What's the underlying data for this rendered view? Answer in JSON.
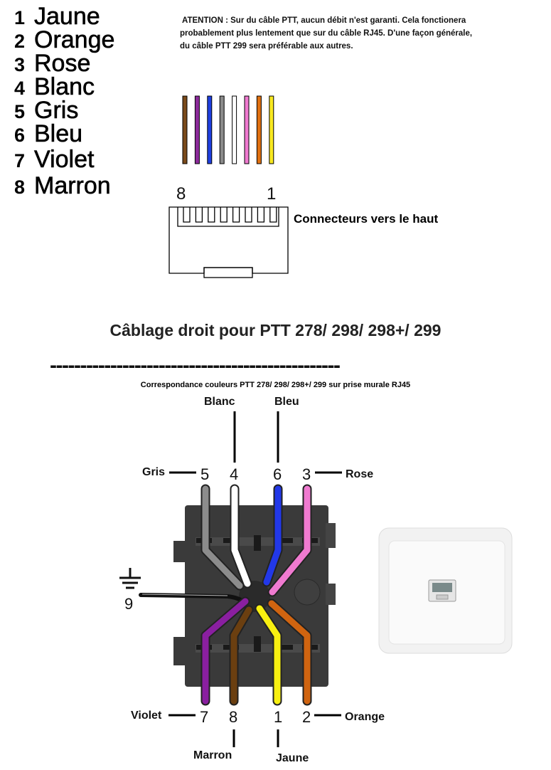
{
  "legend": [
    {
      "num": "1",
      "label": "Jaune"
    },
    {
      "num": "2",
      "label": "Orange"
    },
    {
      "num": "3",
      "label": "Rose"
    },
    {
      "num": "4",
      "label": "Blanc"
    },
    {
      "num": "5",
      "label": "Gris"
    },
    {
      "num": "6",
      "label": "Bleu"
    },
    {
      "num": "7",
      "label": "Violet"
    },
    {
      "num": "8",
      "label": "Marron"
    }
  ],
  "warning": {
    "line1": "ATENTION : Sur du câble PTT, aucun débit n'est garanti. Cela fonctionera",
    "line2": "probablement plus lentement que sur du câble RJ45. D'une façon générale,",
    "line3": "du câble PTT 299 sera préférable aux autres."
  },
  "connector": {
    "pin_left": "8",
    "pin_right": "1",
    "label": "Connecteurs vers le haut",
    "wire_colors": [
      "#7a4a1a",
      "#8b2a9a",
      "#1f3fe0",
      "#8a8a8a",
      "#ffffff",
      "#f07ad0",
      "#e07010",
      "#f8e820"
    ]
  },
  "title": "Câblage droit pour PTT 278/ 298/ 298+/ 299",
  "dashes": "------------------------------------------------",
  "subtitle": "Correspondance couleurs PTT 278/ 298/ 298+/ 299 sur prise murale RJ45",
  "wiring": {
    "top_labels": {
      "blanc": "Blanc",
      "bleu": "Bleu",
      "gris": "Gris",
      "rose": "Rose"
    },
    "top_pins": {
      "p5": "5",
      "p4": "4",
      "p6": "6",
      "p3": "3"
    },
    "bottom_pins": {
      "p7": "7",
      "p8": "8",
      "p1": "1",
      "p2": "2"
    },
    "bottom_labels": {
      "violet": "Violet",
      "orange": "Orange",
      "marron": "Marron",
      "jaune": "Jaune"
    },
    "ground_pin": "9",
    "colors": {
      "gris": "#8c8c8c",
      "blanc": "#ffffff",
      "bleu": "#2238e8",
      "rose": "#f07ad0",
      "violet": "#8a1fa0",
      "marron": "#6b3f10",
      "jaune": "#f8f010",
      "orange": "#d06410"
    }
  }
}
